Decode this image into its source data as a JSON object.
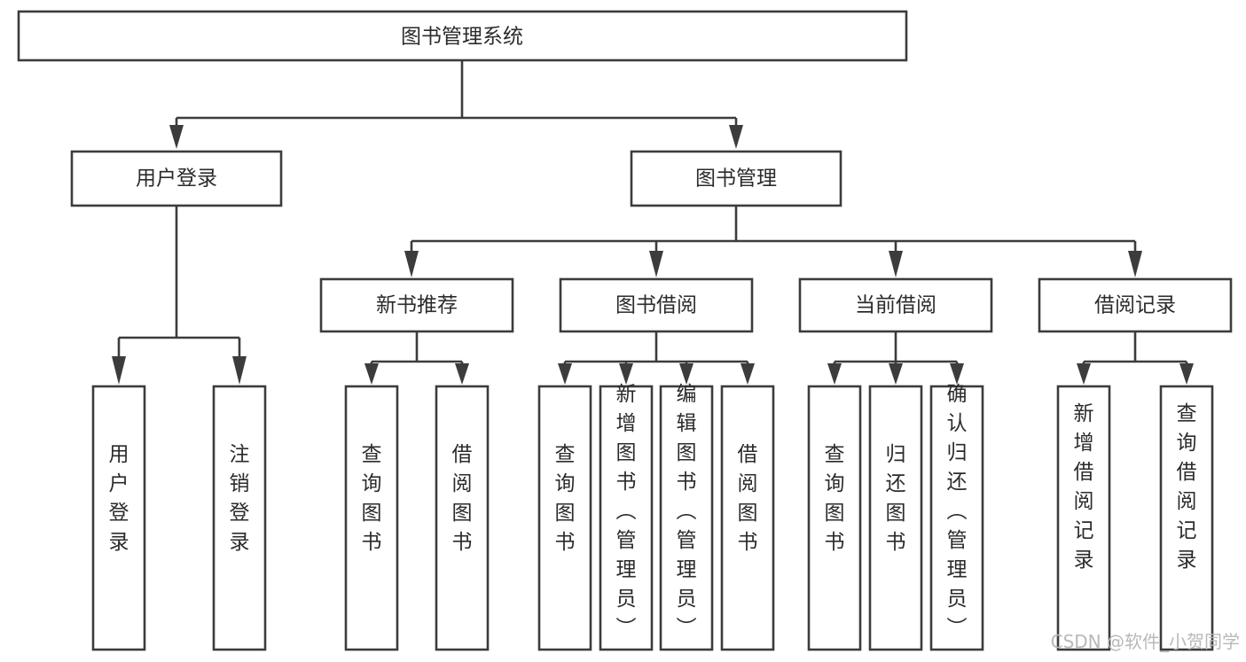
{
  "diagram": {
    "title": "图书管理系统",
    "type": "tree-hierarchy",
    "colors": {
      "stroke": "#3c3c3c",
      "fill": "#ffffff",
      "text": "#2b2b2b",
      "watermark": "#b9b9b9",
      "background": "#ffffff"
    },
    "root": {
      "label": "图书管理系统"
    },
    "level2": [
      {
        "label": "用户登录"
      },
      {
        "label": "图书管理"
      }
    ],
    "level3": [
      {
        "label": "新书推荐"
      },
      {
        "label": "图书借阅"
      },
      {
        "label": "当前借阅"
      },
      {
        "label": "借阅记录"
      }
    ],
    "leaves": {
      "user_login": [
        {
          "label": "用户登录"
        },
        {
          "label": "注销登录"
        }
      ],
      "new_book_recommend": [
        {
          "label": "查询图书"
        },
        {
          "label": "借阅图书"
        }
      ],
      "book_borrow": [
        {
          "label": "查询图书"
        },
        {
          "label": "新增图书（管理员）"
        },
        {
          "label": "编辑图书（管理员）"
        },
        {
          "label": "借阅图书"
        }
      ],
      "current_borrow": [
        {
          "label": "查询图书"
        },
        {
          "label": "归还图书"
        },
        {
          "label": "确认归还（管理员）"
        }
      ],
      "borrow_record": [
        {
          "label": "新增借阅记录"
        },
        {
          "label": "查询借阅记录"
        }
      ]
    },
    "watermark": "CSDN @软件_小贺同学"
  }
}
